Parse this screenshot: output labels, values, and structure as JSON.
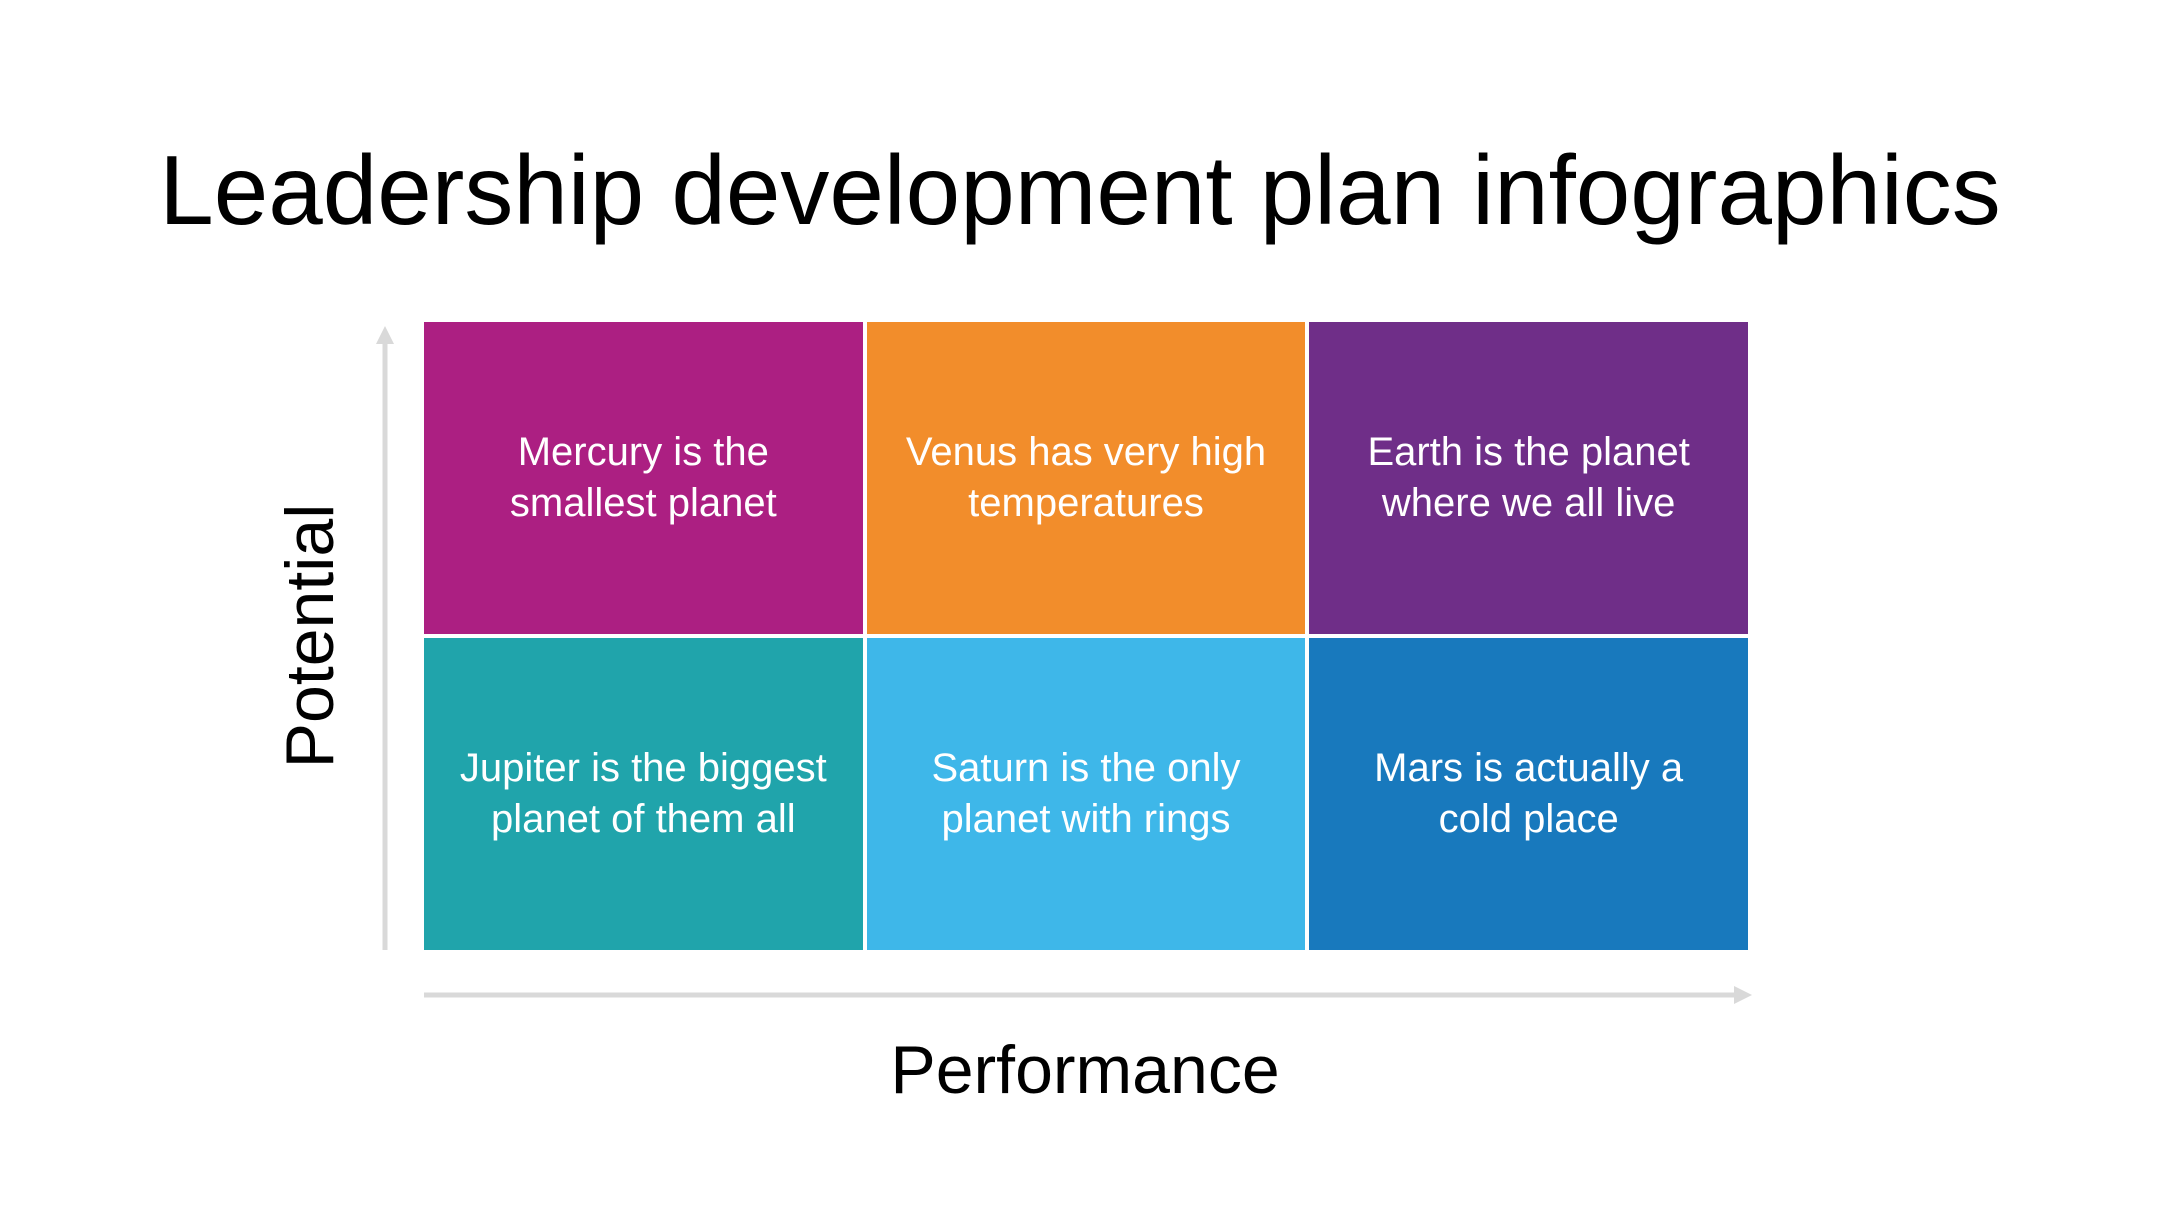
{
  "slide": {
    "title": "Leadership development plan infographics"
  },
  "axes": {
    "y_label": "Potential",
    "x_label": "Performance",
    "arrow_color": "#d9d9d9"
  },
  "cells": [
    {
      "text": "Mercury is the smallest planet",
      "color": "#ac1f82"
    },
    {
      "text": "Venus has very high temperatures",
      "color": "#f28d2b"
    },
    {
      "text": "Earth is the planet where we all live",
      "color": "#6f2e88"
    },
    {
      "text": "Jupiter is the biggest planet of them all",
      "color": "#20a4ab"
    },
    {
      "text": "Saturn is the only planet with rings",
      "color": "#3eb7e9"
    },
    {
      "text": "Mars is actually a cold place",
      "color": "#1879bd"
    }
  ]
}
